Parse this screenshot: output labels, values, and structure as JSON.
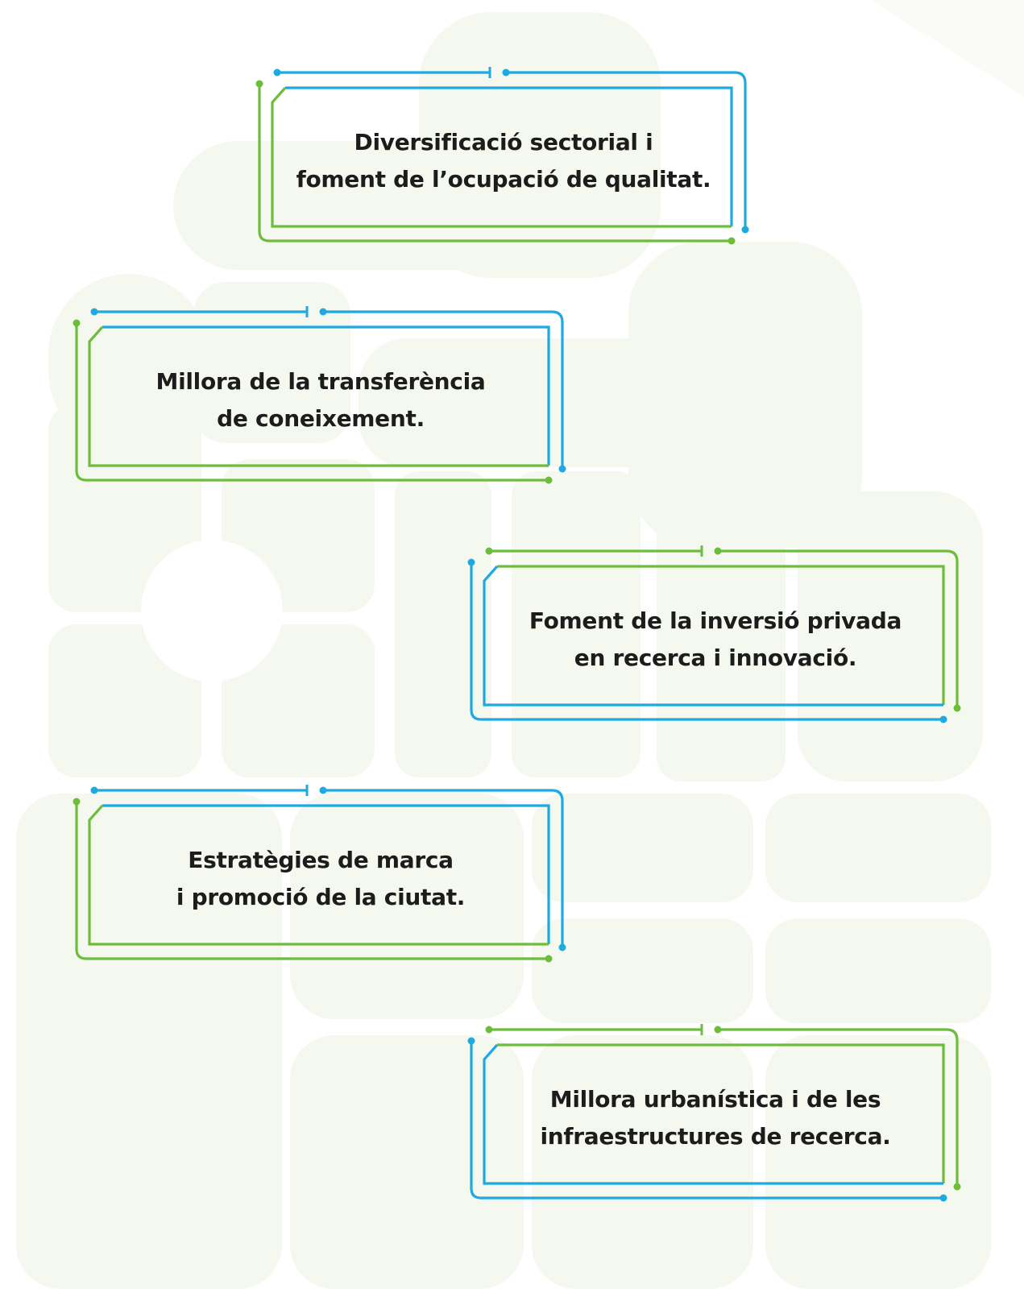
{
  "colors": {
    "green": "#6cbd3b",
    "blue": "#1fa9e1",
    "background_shapes": "#f5f8ef",
    "text": "#1c1c1c"
  },
  "boxes": [
    {
      "lines": [
        "Diversificació sectorial i",
        "foment de l’ocupació de qualitat."
      ],
      "outer_color": "green",
      "inner_color": "blue"
    },
    {
      "lines": [
        "Millora de la transferència",
        "de coneixement."
      ],
      "outer_color": "green",
      "inner_color": "blue"
    },
    {
      "lines": [
        "Foment de la inversió privada",
        "en recerca i innovació."
      ],
      "outer_color": "blue",
      "inner_color": "green"
    },
    {
      "lines": [
        "Estratègies de marca",
        "i promoció de la ciutat."
      ],
      "outer_color": "green",
      "inner_color": "blue"
    },
    {
      "lines": [
        "Millora urbanística i de les",
        "infraestructures de recerca."
      ],
      "outer_color": "blue",
      "inner_color": "green"
    }
  ]
}
